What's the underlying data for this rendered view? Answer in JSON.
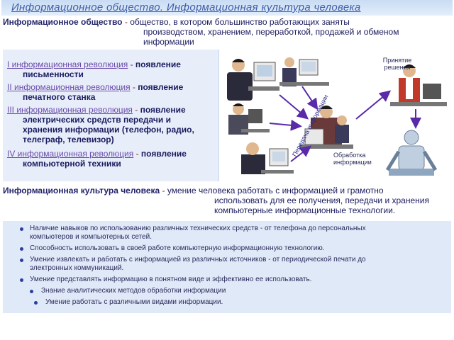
{
  "title": "Информационное общество. Информационная культура человека",
  "society_def": {
    "term": "Информационное общество",
    "dash": " - ",
    "line1": "общество, в котором большинство работающих заняты",
    "line2": "производством, хранением, переработкой, продажей и обменом",
    "line3": "информации"
  },
  "revolutions": [
    {
      "num": "I информационная революция",
      "dash": " - ",
      "desc1": "появление",
      "desc2": "письменности"
    },
    {
      "num": "II информационная революция",
      "dash": " - ",
      "desc1": "появление",
      "desc2": "печатного станка"
    },
    {
      "num": "III информационная революция",
      "dash": " - ",
      "desc1": "появление",
      "desc2": "электрических средств передачи и",
      "desc3": "хранения информации (телефон, радио,",
      "desc4": "телеграф, телевизор)"
    },
    {
      "num": "IV информационная революция",
      "dash": " - ",
      "desc1": "появление",
      "desc2": "компьютерной техники"
    }
  ],
  "figure": {
    "label_decision": "Принятие решения",
    "label_decision_1": "Принятие",
    "label_decision_2": "решения",
    "label_transfer": "Передача информации",
    "label_processing_1": "Обработка",
    "label_processing_2": "информации"
  },
  "culture_def": {
    "term": "Информационная культура человека",
    "dash": " - ",
    "line1": "умение человека работать с информацией и грамотно",
    "line2": "использовать для ее получения, передачи и хранения",
    "line3": "компьютерные информационные технологии."
  },
  "skills": [
    {
      "line1": "Наличие навыков по использованию различных технических средств - от телефона до персональных",
      "line2": "компьютеров и компьютерных сетей."
    },
    {
      "line1": "Способность использовать в своей работе компьютерную информационную технологию.",
      "line2": ""
    },
    {
      "line1": "Умение извлекать и работать с информацией из различных источников - от периодической печати до",
      "line2": "электронных коммуникаций."
    },
    {
      "line1": "Умение представлять информацию в понятном виде и эффективно ее использовать.",
      "line2": ""
    }
  ],
  "subskills": [
    "Знание аналитических методов обработки информации",
    "Умение работать с различными видами информации."
  ],
  "colors": {
    "title_bg": "#c9dcf3",
    "title_text": "#3f5fa8",
    "box_bg": "#e7eefa",
    "list_bg": "#dfe9f8",
    "arrow": "#5a2aa8",
    "bullet": "#2a3f9e"
  }
}
